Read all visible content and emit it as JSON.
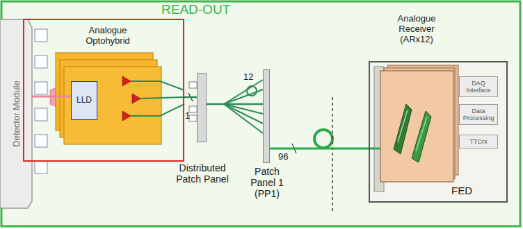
{
  "diagram": {
    "title": "READ-OUT",
    "nodes": [
      {
        "text": [
          "Detector Module"
        ]
      },
      {
        "text": [
          "Analogue Optohybrid"
        ]
      },
      {
        "text": [
          "LLD"
        ],
        "in": 1
      },
      {
        "text": [
          "Distributed Patch Panel"
        ]
      },
      {
        "text": [
          "Patch Panel 1 (PP1)"
        ]
      },
      {
        "text": [
          "FED"
        ]
      },
      {
        "text": [
          "Analogue Receiver (ARx12)"
        ],
        "in": 5
      },
      {
        "text": [
          "DAQ Interface"
        ],
        "in": 5
      },
      {
        "text": [
          "Data Processing"
        ],
        "in": 5
      },
      {
        "text": [
          "TTCrx"
        ],
        "in": 5
      }
    ],
    "edges": [
      {
        "from": 0,
        "to": 2,
        "arrow": "none"
      },
      {
        "from": 1,
        "to": 3,
        "arrow": "none"
      },
      {
        "from": 3,
        "to": 4,
        "arrow": "none"
      },
      {
        "from": 4,
        "to": 6,
        "arrow": "none"
      }
    ],
    "labels": [
      "1",
      "12",
      "96"
    ]
  }
}
